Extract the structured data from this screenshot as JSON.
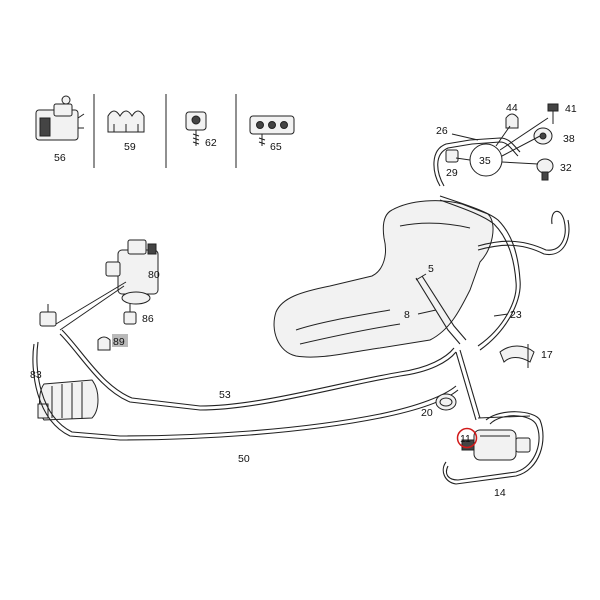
{
  "callouts": {
    "c56": "56",
    "c59": "59",
    "c62": "62",
    "c65": "65",
    "c44": "44",
    "c41": "41",
    "c38": "38",
    "c32": "32",
    "c26": "26",
    "c35": "35",
    "c29": "29",
    "c80": "80",
    "c86": "86",
    "c89": "89",
    "c83": "83",
    "c5": "5",
    "c8": "8",
    "c23": "23",
    "c17": "17",
    "c53": "53",
    "c50": "50",
    "c20": "20",
    "c11": "11",
    "c14": "14"
  },
  "colors": {
    "line": "#222222",
    "highlight_circle": "#d11a1a",
    "badge_bg": "#b9b9b9"
  }
}
